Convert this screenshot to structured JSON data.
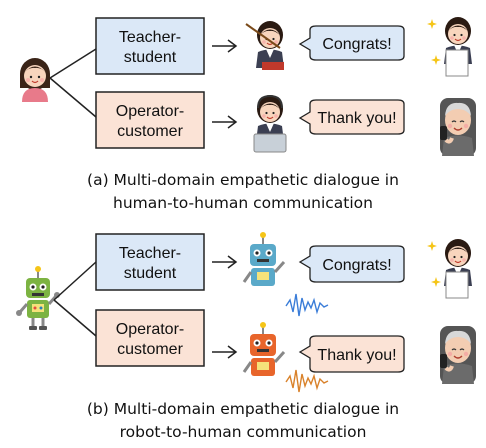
{
  "panel_a": {
    "box_teacher": [
      "Teacher-",
      "student"
    ],
    "box_operator": [
      "Operator-",
      "customer"
    ],
    "bubble_congrats": "Congrats!",
    "bubble_thanks": "Thank you!",
    "caption": [
      "(a) Multi-domain empathetic dialogue in",
      "human-to-human communication"
    ]
  },
  "panel_b": {
    "box_teacher": [
      "Teacher-",
      "student"
    ],
    "box_operator": [
      "Operator-",
      "customer"
    ],
    "bubble_congrats": "Congrats!",
    "bubble_thanks": "Thank you!",
    "caption": [
      "(b) Multi-domain empathetic dialogue in",
      "robot-to-human communication"
    ]
  },
  "colors": {
    "teacher_box_fill": "#dbe8f7",
    "operator_box_fill": "#fbe3d6",
    "congrats_bubble_fill": "#dbe8f7",
    "thanks_bubble_fill": "#fbe3d6",
    "stroke": "#222222"
  },
  "icons": [
    "girl-icon",
    "teacher-icon",
    "student-girl-icon",
    "operator-icon",
    "old-man-phone-icon",
    "green-robot-icon",
    "blue-robot-icon",
    "orange-robot-icon",
    "blue-waveform-icon",
    "orange-waveform-icon",
    "sparkle-icon"
  ]
}
